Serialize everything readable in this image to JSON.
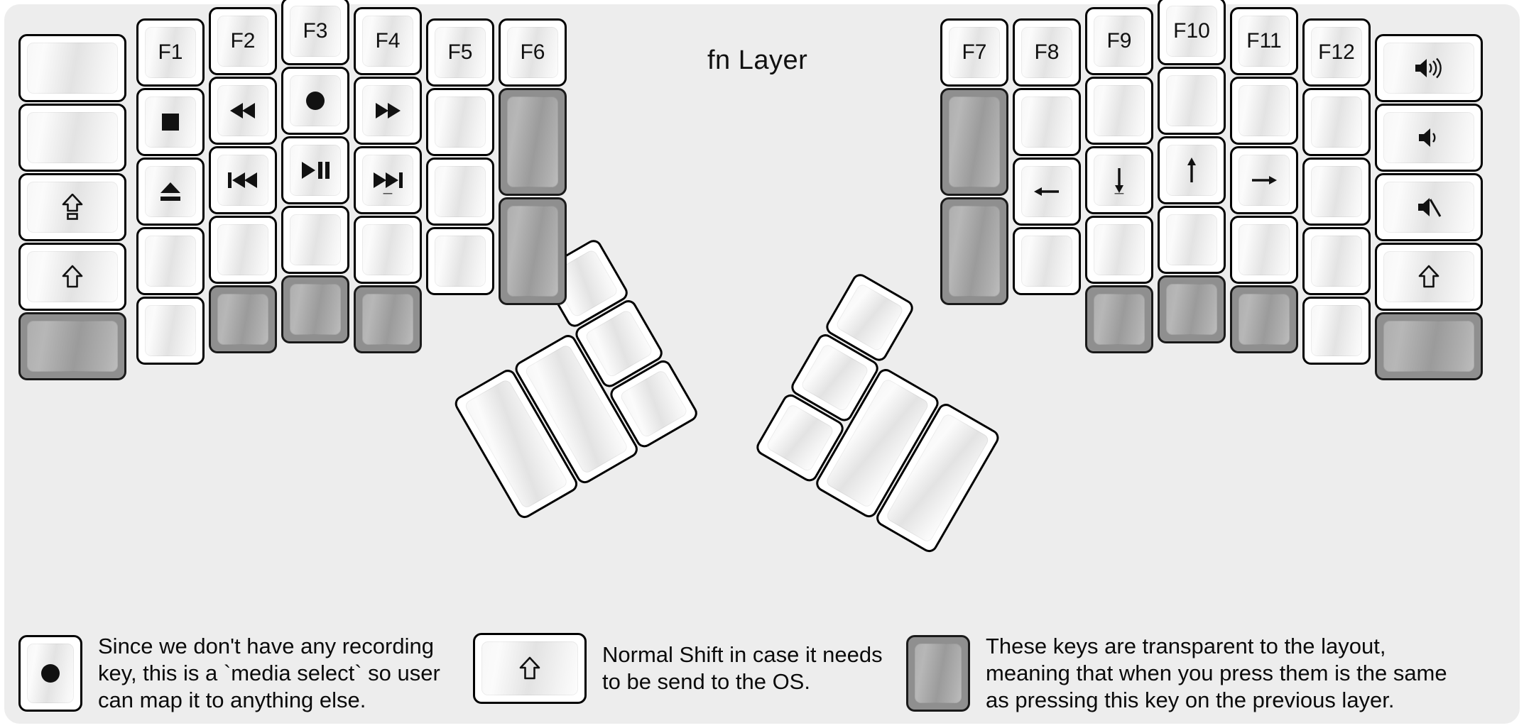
{
  "title": "fn Layer",
  "colors": {
    "background": "#ededed",
    "key_face": "#ffffff",
    "key_border": "#000000",
    "transparent_key": "#9b9b9b",
    "text": "#111111"
  },
  "left_half": {
    "columns": [
      {
        "name": "pinky-outer",
        "keys": [
          {
            "legend": "",
            "icon": "",
            "type": "normal"
          },
          {
            "legend": "",
            "icon": "",
            "type": "normal"
          },
          {
            "legend": "",
            "icon": "caps-lock-icon",
            "type": "normal"
          },
          {
            "legend": "",
            "icon": "shift-icon",
            "type": "normal"
          },
          {
            "legend": "",
            "icon": "",
            "type": "transparent"
          }
        ]
      },
      {
        "name": "pinky",
        "keys": [
          {
            "legend": "F1",
            "icon": "",
            "type": "normal"
          },
          {
            "legend": "",
            "icon": "media-stop-icon",
            "type": "normal"
          },
          {
            "legend": "",
            "icon": "media-eject-icon",
            "type": "normal"
          },
          {
            "legend": "",
            "icon": "",
            "type": "normal"
          },
          {
            "legend": "",
            "icon": "",
            "type": "normal"
          }
        ]
      },
      {
        "name": "ring",
        "keys": [
          {
            "legend": "F2",
            "icon": "",
            "type": "normal"
          },
          {
            "legend": "",
            "icon": "media-rewind-icon",
            "type": "normal"
          },
          {
            "legend": "",
            "icon": "media-previous-icon",
            "type": "normal"
          },
          {
            "legend": "",
            "icon": "",
            "type": "normal"
          },
          {
            "legend": "",
            "icon": "",
            "type": "transparent"
          }
        ]
      },
      {
        "name": "middle",
        "keys": [
          {
            "legend": "F3",
            "icon": "",
            "type": "normal"
          },
          {
            "legend": "",
            "icon": "media-record-icon",
            "type": "normal"
          },
          {
            "legend": "",
            "icon": "media-play-pause-icon",
            "type": "normal"
          },
          {
            "legend": "",
            "icon": "",
            "type": "normal"
          },
          {
            "legend": "",
            "icon": "",
            "type": "transparent"
          }
        ]
      },
      {
        "name": "index",
        "keys": [
          {
            "legend": "F4",
            "icon": "",
            "type": "normal"
          },
          {
            "legend": "",
            "icon": "media-fast-forward-icon",
            "type": "normal"
          },
          {
            "legend": "",
            "icon": "media-next-icon",
            "type": "normal",
            "sub": "_"
          },
          {
            "legend": "",
            "icon": "",
            "type": "normal"
          },
          {
            "legend": "",
            "icon": "",
            "type": "transparent"
          }
        ]
      },
      {
        "name": "index-inner",
        "keys": [
          {
            "legend": "F5",
            "icon": "",
            "type": "normal"
          },
          {
            "legend": "",
            "icon": "",
            "type": "normal"
          },
          {
            "legend": "",
            "icon": "",
            "type": "normal"
          },
          {
            "legend": "",
            "icon": "",
            "type": "normal"
          }
        ]
      },
      {
        "name": "inner",
        "keys": [
          {
            "legend": "F6",
            "icon": "",
            "type": "normal"
          },
          {
            "legend": "",
            "icon": "",
            "type": "transparent"
          },
          {
            "legend": "",
            "icon": "",
            "type": "transparent"
          }
        ]
      }
    ],
    "thumb_cluster": [
      {
        "legend": "",
        "icon": "",
        "type": "normal",
        "size": "2u"
      },
      {
        "legend": "",
        "icon": "",
        "type": "normal",
        "size": "2u"
      },
      {
        "legend": "",
        "icon": "",
        "type": "normal",
        "size": "1u"
      },
      {
        "legend": "",
        "icon": "",
        "type": "normal",
        "size": "1u"
      },
      {
        "legend": "",
        "icon": "",
        "type": "normal",
        "size": "1u"
      }
    ]
  },
  "right_half": {
    "columns": [
      {
        "name": "inner",
        "keys": [
          {
            "legend": "F7",
            "icon": "",
            "type": "normal"
          },
          {
            "legend": "",
            "icon": "",
            "type": "transparent"
          },
          {
            "legend": "",
            "icon": "",
            "type": "transparent"
          }
        ]
      },
      {
        "name": "index-inner",
        "keys": [
          {
            "legend": "F8",
            "icon": "",
            "type": "normal"
          },
          {
            "legend": "",
            "icon": "",
            "type": "normal"
          },
          {
            "legend": "",
            "icon": "arrow-left-icon",
            "type": "normal"
          },
          {
            "legend": "",
            "icon": "",
            "type": "normal"
          }
        ]
      },
      {
        "name": "index",
        "keys": [
          {
            "legend": "F9",
            "icon": "",
            "type": "normal"
          },
          {
            "legend": "",
            "icon": "",
            "type": "normal"
          },
          {
            "legend": "",
            "icon": "arrow-down-icon",
            "type": "normal",
            "sub": "_"
          },
          {
            "legend": "",
            "icon": "",
            "type": "normal"
          },
          {
            "legend": "",
            "icon": "",
            "type": "transparent"
          }
        ]
      },
      {
        "name": "middle",
        "keys": [
          {
            "legend": "F10",
            "icon": "",
            "type": "normal"
          },
          {
            "legend": "",
            "icon": "",
            "type": "normal"
          },
          {
            "legend": "",
            "icon": "arrow-up-icon",
            "type": "normal"
          },
          {
            "legend": "",
            "icon": "",
            "type": "normal"
          },
          {
            "legend": "",
            "icon": "",
            "type": "transparent"
          }
        ]
      },
      {
        "name": "ring",
        "keys": [
          {
            "legend": "F11",
            "icon": "",
            "type": "normal"
          },
          {
            "legend": "",
            "icon": "",
            "type": "normal"
          },
          {
            "legend": "",
            "icon": "arrow-right-icon",
            "type": "normal"
          },
          {
            "legend": "",
            "icon": "",
            "type": "normal"
          },
          {
            "legend": "",
            "icon": "",
            "type": "transparent"
          }
        ]
      },
      {
        "name": "pinky",
        "keys": [
          {
            "legend": "F12",
            "icon": "",
            "type": "normal"
          },
          {
            "legend": "",
            "icon": "",
            "type": "normal"
          },
          {
            "legend": "",
            "icon": "",
            "type": "normal"
          },
          {
            "legend": "",
            "icon": "",
            "type": "normal"
          },
          {
            "legend": "",
            "icon": "",
            "type": "normal"
          }
        ]
      },
      {
        "name": "pinky-outer",
        "keys": [
          {
            "legend": "",
            "icon": "volume-up-icon",
            "type": "normal"
          },
          {
            "legend": "",
            "icon": "volume-down-icon",
            "type": "normal"
          },
          {
            "legend": "",
            "icon": "volume-mute-icon",
            "type": "normal"
          },
          {
            "legend": "",
            "icon": "shift-icon",
            "type": "normal"
          },
          {
            "legend": "",
            "icon": "",
            "type": "transparent"
          }
        ]
      }
    ],
    "thumb_cluster": [
      {
        "legend": "",
        "icon": "",
        "type": "normal",
        "size": "1u"
      },
      {
        "legend": "",
        "icon": "",
        "type": "normal",
        "size": "1u"
      },
      {
        "legend": "",
        "icon": "",
        "type": "normal",
        "size": "1u"
      },
      {
        "legend": "",
        "icon": "",
        "type": "normal",
        "size": "2u"
      },
      {
        "legend": "",
        "icon": "",
        "type": "normal",
        "size": "2u"
      }
    ]
  },
  "legend_notes": [
    {
      "icon": "media-record-icon",
      "key_type": "normal",
      "text": "Since we don't have any recording\nkey, this is a `media select` so user\ncan map it to anything else."
    },
    {
      "icon": "shift-icon",
      "key_type": "normal",
      "text": "Normal Shift in case it needs\nto be send to the OS."
    },
    {
      "icon": "",
      "key_type": "transparent",
      "text": "These keys are transparent to the layout,\nmeaning that when you press them is the same\nas pressing this key on the previous layer."
    }
  ]
}
